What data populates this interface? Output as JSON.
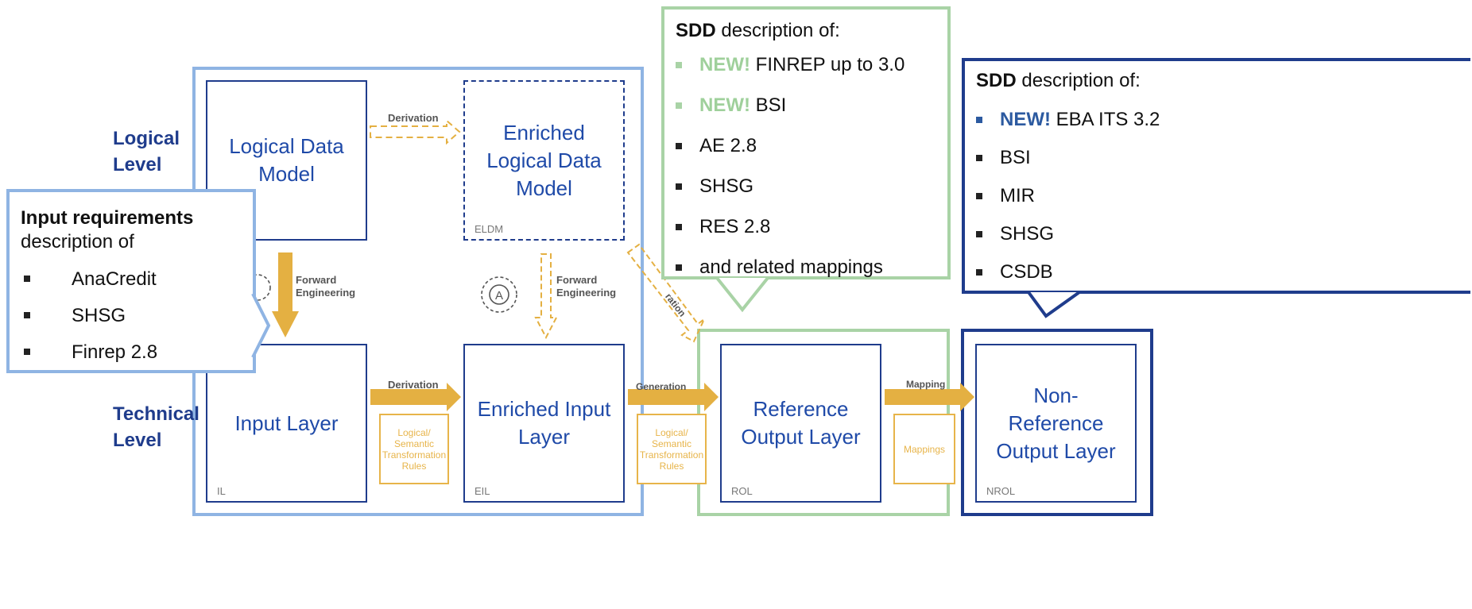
{
  "levels": {
    "logical": "Logical\nLevel",
    "technical": "Technical\nLevel"
  },
  "boxes": {
    "ldm": {
      "title": "Logical Data\nModel",
      "abbr": ""
    },
    "eldm": {
      "title": "Enriched\nLogical Data\nModel",
      "abbr": "ELDM"
    },
    "il": {
      "title": "Input Layer",
      "abbr": "IL"
    },
    "eil": {
      "title": "Enriched Input\nLayer",
      "abbr": "EIL"
    },
    "rol": {
      "title": "Reference\nOutput Layer",
      "abbr": "ROL"
    },
    "nrol": {
      "title": "Non-\nReference\nOutput Layer",
      "abbr": "NROL"
    }
  },
  "arrows": {
    "derivation_top": "Derivation",
    "forward_left": "Forward\nEngineering",
    "forward_right": "Forward\nEngineering",
    "derivation_bottom": "Derivation",
    "generation_bottom": "Generation",
    "generation_diag": "ration",
    "mapping": "Mapping"
  },
  "rules": {
    "rules1": "Logical/\nSemantic\nTransformation\nRules",
    "rules2": "Logical/\nSemantic\nTransformation\nRules",
    "mappings": "Mappings"
  },
  "callout_input": {
    "title_bold": "Input requirements",
    "title_rest": "description of",
    "items": [
      "AnaCredit",
      "SHSG",
      "Finrep 2.8"
    ]
  },
  "callout_sdd_green": {
    "title_bold": "SDD",
    "title_rest": " description of:",
    "items": [
      {
        "new": "NEW!",
        "text": " FINREP up to 3.0"
      },
      {
        "new": "NEW!",
        "text": " BSI"
      },
      {
        "new": "",
        "text": "AE 2.8"
      },
      {
        "new": "",
        "text": "SHSG"
      },
      {
        "new": "",
        "text": "RES 2.8"
      },
      {
        "new": "",
        "text": "and related mappings"
      }
    ]
  },
  "callout_sdd_navy": {
    "title_bold": "SDD",
    "title_rest": " description of:",
    "items": [
      {
        "new": "NEW!",
        "text": " EBA ITS 3.2"
      },
      {
        "new": "",
        "text": "BSI"
      },
      {
        "new": "",
        "text": "MIR"
      },
      {
        "new": "",
        "text": "SHSG"
      },
      {
        "new": "",
        "text": "CSDB"
      }
    ]
  },
  "colors": {
    "navy": "#1f3c8c",
    "light_blue": "#8fb4e3",
    "green": "#a9d3a6",
    "gold": "#e4b042",
    "green_new": "#9fd09b",
    "navy_new": "#2c5aa0"
  }
}
